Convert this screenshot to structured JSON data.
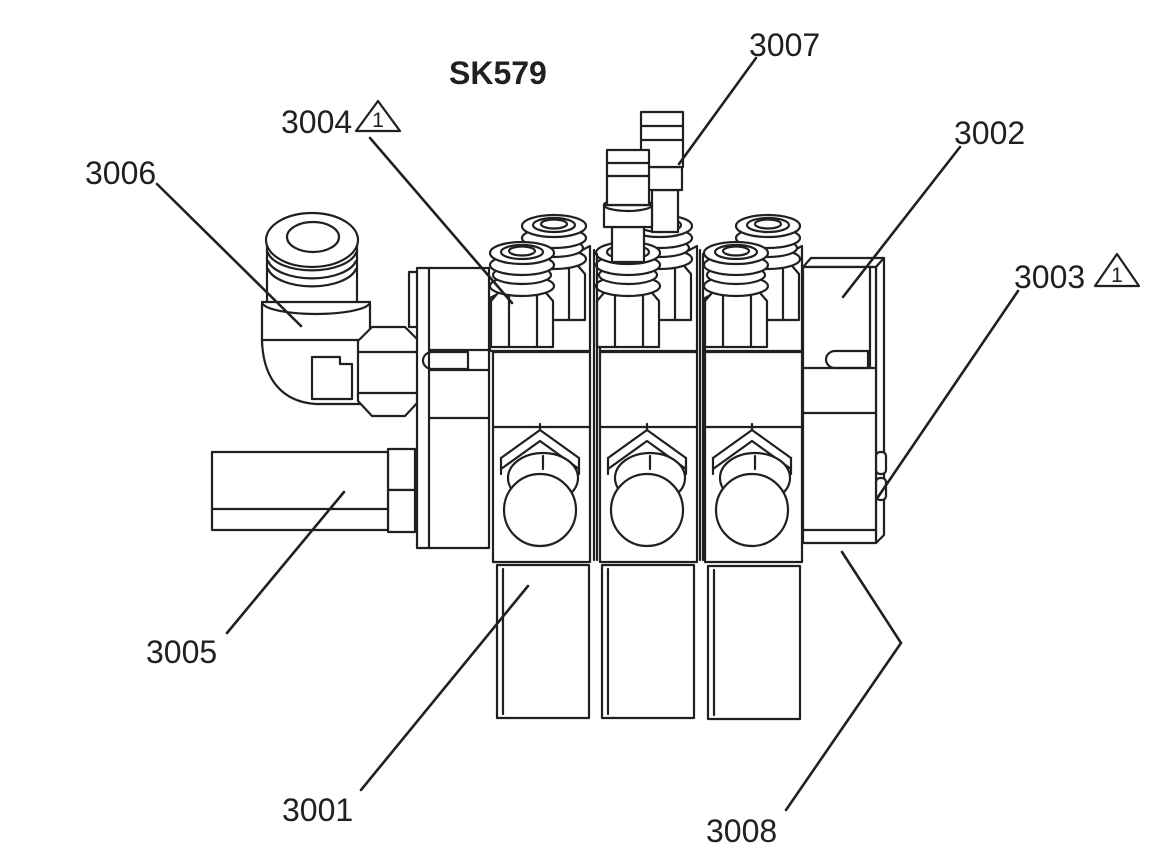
{
  "drawing": {
    "number": "SK579",
    "note_symbol": "1",
    "colors": {
      "line": "#231f20",
      "background": "#ffffff"
    },
    "callouts": {
      "c3001": {
        "label": "3001",
        "has_note": false
      },
      "c3002": {
        "label": "3002",
        "has_note": false
      },
      "c3003": {
        "label": "3003",
        "has_note": true
      },
      "c3004": {
        "label": "3004",
        "has_note": true
      },
      "c3005": {
        "label": "3005",
        "has_note": false
      },
      "c3006": {
        "label": "3006",
        "has_note": false
      },
      "c3007": {
        "label": "3007",
        "has_note": false
      },
      "c3008": {
        "label": "3008",
        "has_note": false
      }
    }
  }
}
